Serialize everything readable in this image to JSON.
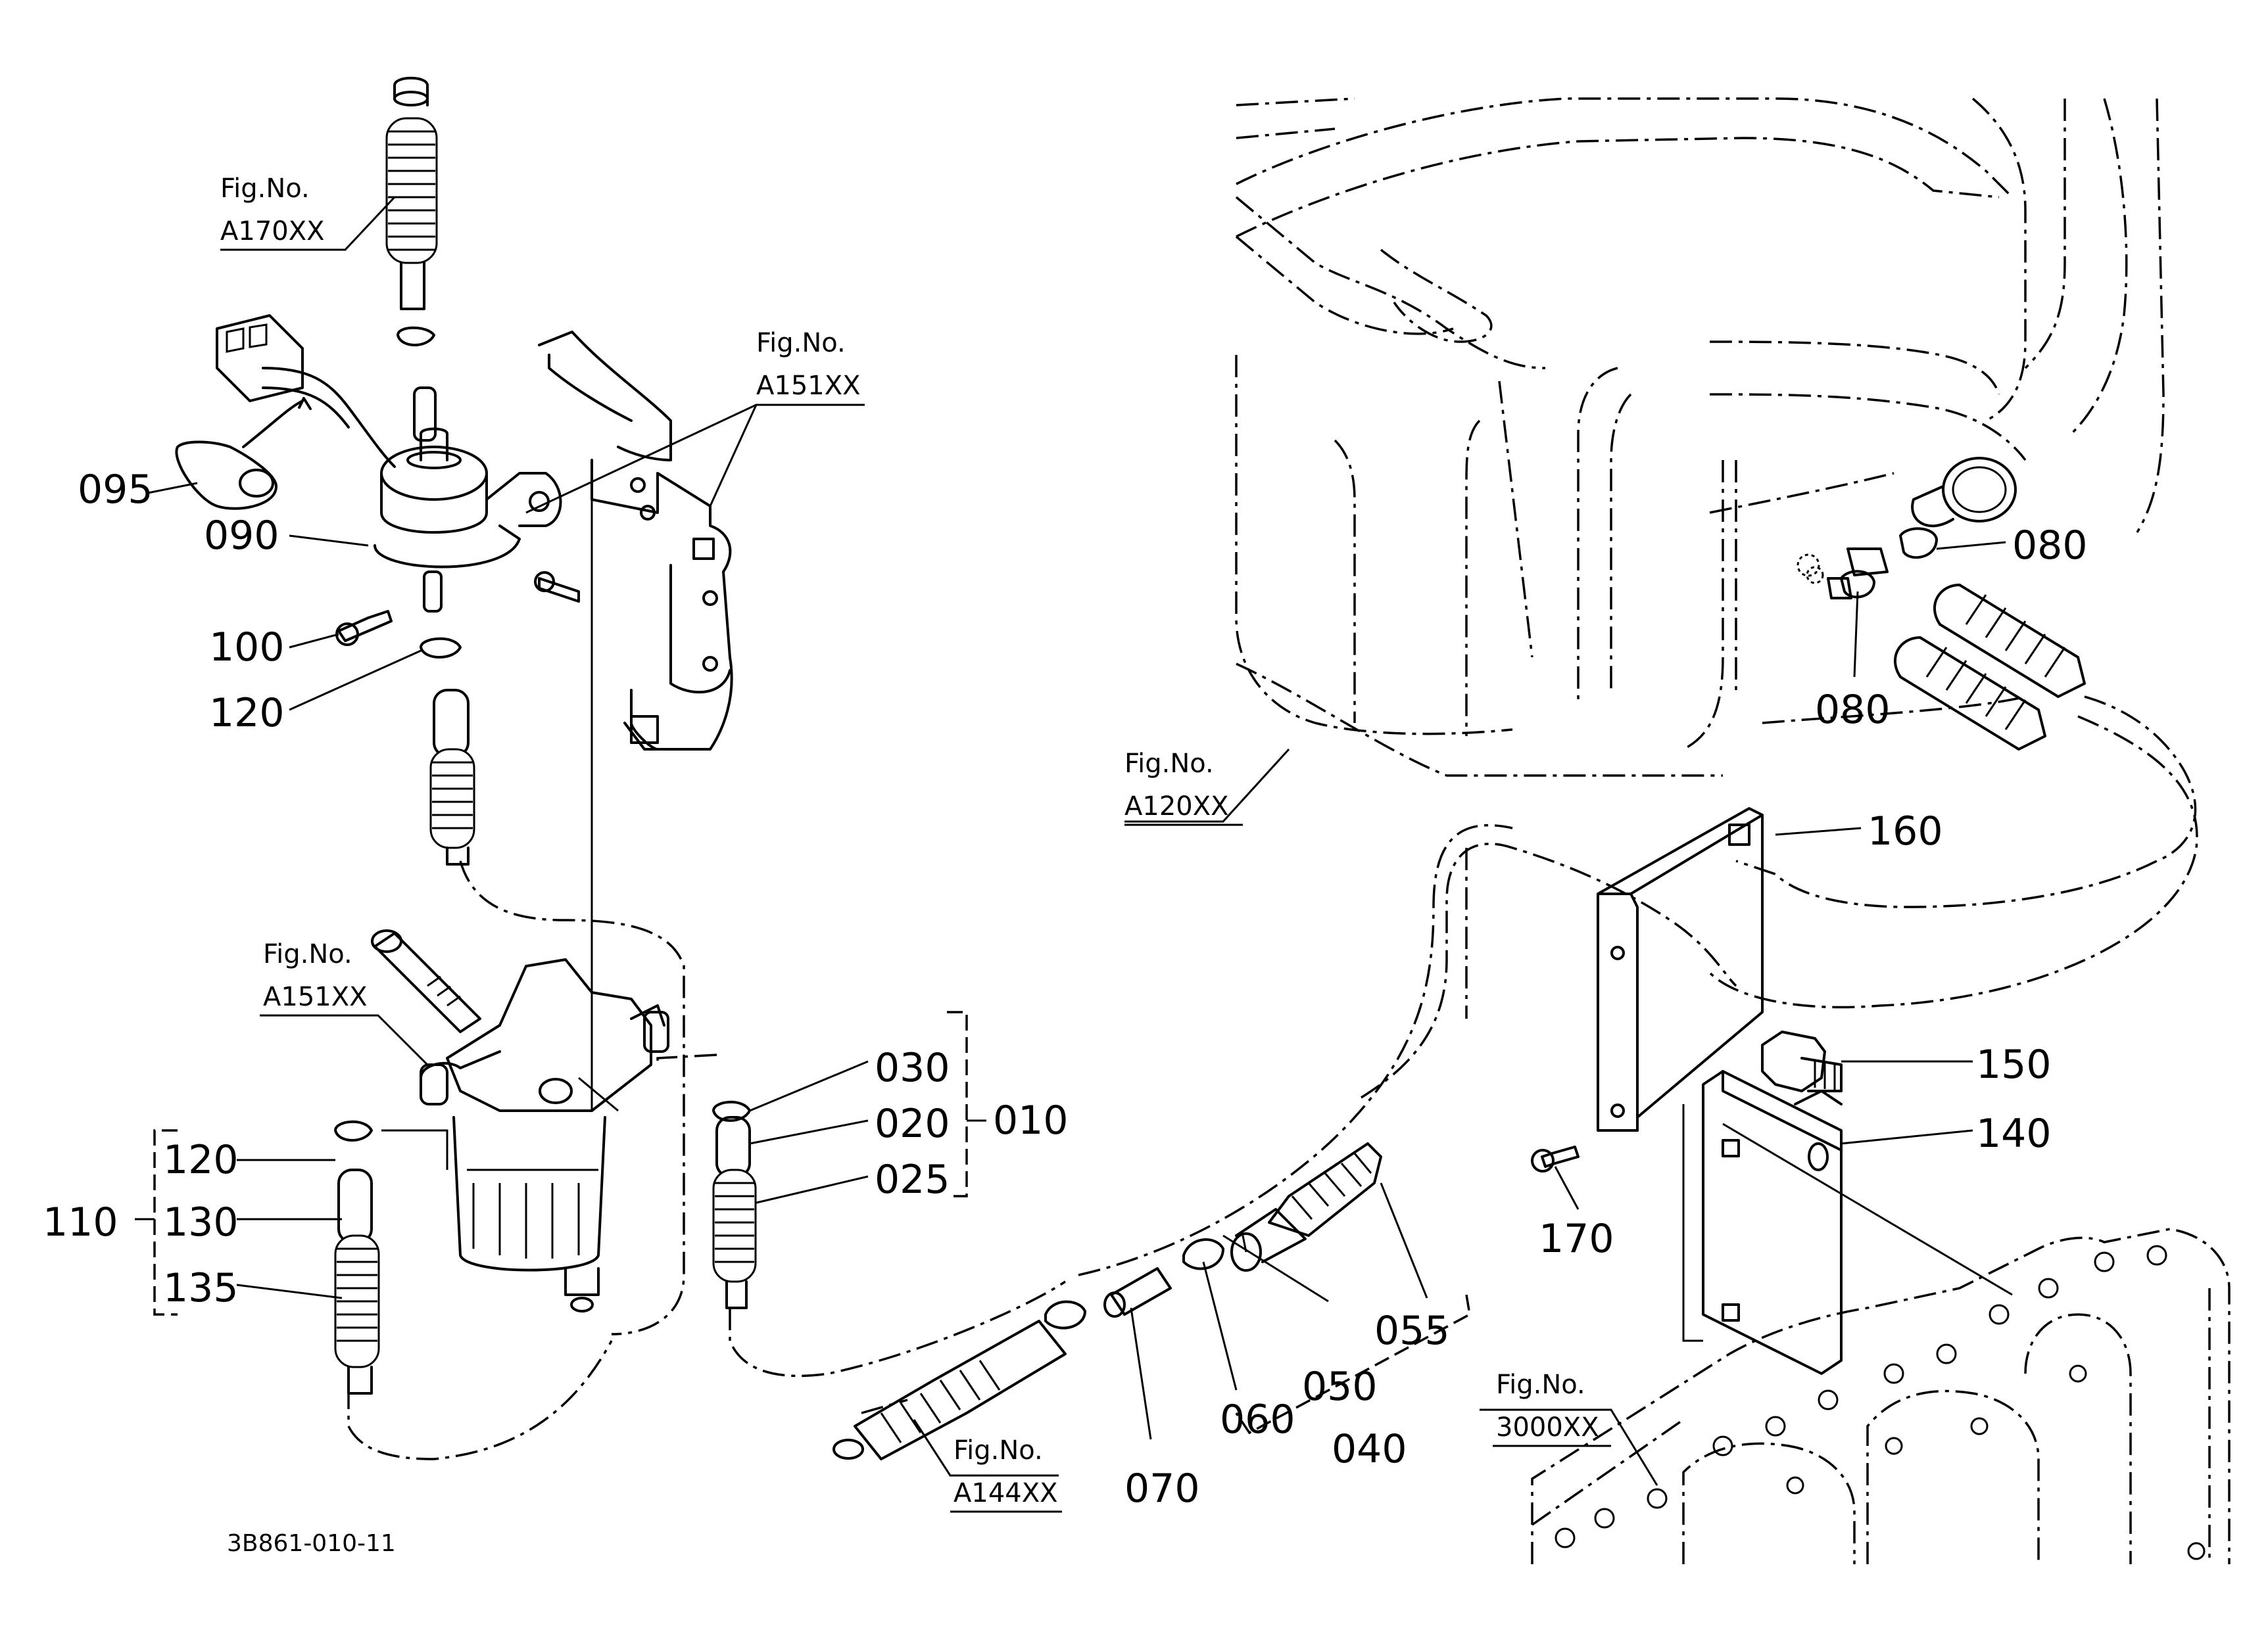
{
  "diagram": {
    "document_code": "3B861-010-11",
    "fig_prefix": "Fig.No.",
    "fig_refs": [
      "A170XX",
      "A151XX",
      "A151XX",
      "A120XX",
      "A144XX",
      "3000XX"
    ],
    "part_numbers": {
      "p095": "095",
      "p090": "090",
      "p100": "100",
      "p120a": "120",
      "p120b": "120",
      "p130": "130",
      "p135": "135",
      "p110": "110",
      "p030": "030",
      "p020": "020",
      "p025": "025",
      "p010": "010",
      "p070": "070",
      "p060": "060",
      "p050": "050",
      "p055": "055",
      "p040": "040",
      "p080a": "080",
      "p080b": "080",
      "p160": "160",
      "p150": "150",
      "p140": "140",
      "p170": "170"
    }
  }
}
